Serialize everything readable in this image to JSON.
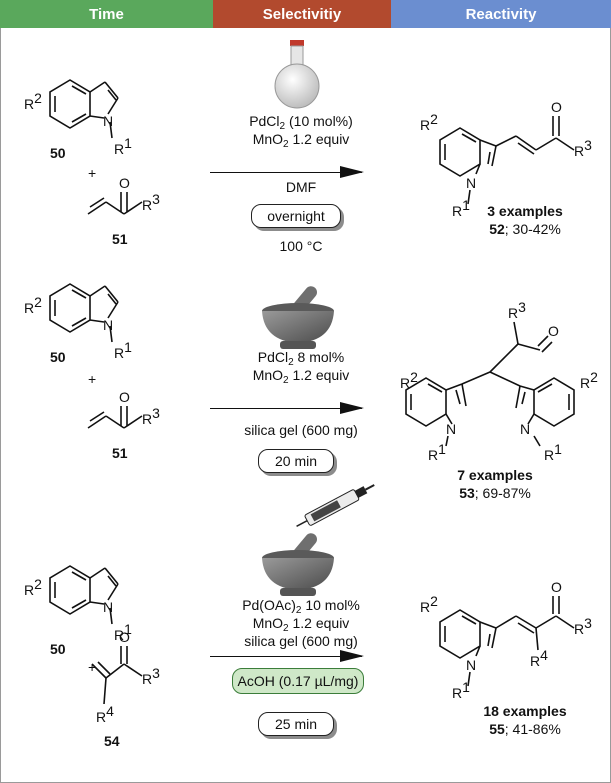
{
  "colors": {
    "time": "#5aa85c",
    "selectivity": "#b24a2e",
    "reactivity": "#6b8ed0"
  },
  "header": {
    "time": "Time",
    "selectivity": "Selectivitiy",
    "reactivity": "Reactivity"
  },
  "r1": {
    "indole_no": "50",
    "plus": "+",
    "enone_no": "51",
    "cat_pre": "PdCl",
    "cat_sub": "2",
    "cat_post": " (10 mol%)",
    "ox_pre": "MnO",
    "ox_sub": "2",
    "ox_post": " 1.2 equiv",
    "solvent": "DMF",
    "time": "overnight",
    "temp": "100 °C",
    "examples": "3 examples",
    "product_no": "52",
    "yield": "; 30-42%"
  },
  "r2": {
    "indole_no": "50",
    "plus": "+",
    "enone_no": "51",
    "cat_pre": "PdCl",
    "cat_sub": "2",
    "cat_post": " 8 mol%",
    "ox_pre": "MnO",
    "ox_sub": "2",
    "ox_post": " 1.2 equiv",
    "additive": "silica gel (600 mg)",
    "time": "20 min",
    "examples": "7 examples",
    "product_no": "53",
    "yield": "; 69-87%"
  },
  "r3": {
    "indole_no": "50",
    "plus": "+",
    "enone_no": "54",
    "cat_pre": "Pd(OAc)",
    "cat_sub": "2",
    "cat_post": " 10 mol%",
    "ox_pre": "MnO",
    "ox_sub": "2",
    "ox_post": " 1.2 equiv",
    "additive": "silica gel (600 mg)",
    "acid": "AcOH (0.17 µL/mg)",
    "time": "25 min",
    "examples": "18 examples",
    "product_no": "55",
    "yield": "; 41-86%"
  }
}
